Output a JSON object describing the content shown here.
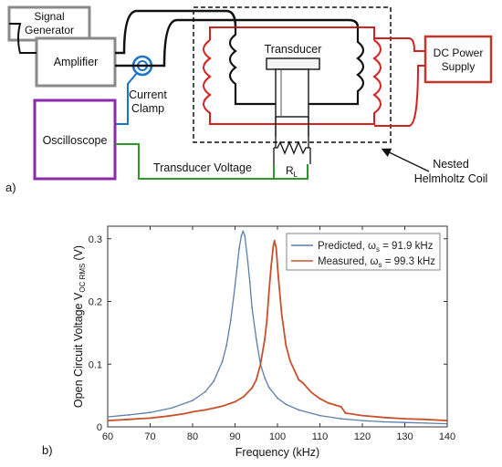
{
  "diagram": {
    "panel_label": "a)",
    "signal_generator_line1": "Signal",
    "signal_generator_line2": "Generator",
    "amplifier": "Amplifier",
    "current_clamp_line1": "Current",
    "current_clamp_line2": "Clamp",
    "transducer": "Transducer",
    "dc_power_line1": "DC Power",
    "dc_power_line2": "Supply",
    "oscilloscope": "Oscilloscope",
    "transducer_voltage": "Transducer Voltage",
    "load_resistor": "R",
    "load_resistor_sub": "L",
    "helmholtz_line1": "Nested",
    "helmholtz_line2": "Helmholtz Coil",
    "colors": {
      "signal_wire": "#111111",
      "coil": "#d42020",
      "clamp": "#1a73c8",
      "oscilloscope_box": "#8a2ba8",
      "scope_wire": "#2a9a2a",
      "dc_box": "#c0392b",
      "box_grey": "#8a8a8a"
    }
  },
  "chart": {
    "panel_label": "b)",
    "chart_data": {
      "type": "line",
      "xlabel": "Frequency (kHz)",
      "ylabel": "Open Circuit Voltage V",
      "ylabel_sub": "OC RMS",
      "ylabel_unit": "(V)",
      "xlim": [
        60,
        140
      ],
      "ylim": [
        0,
        0.32
      ],
      "xticks": [
        60,
        70,
        80,
        90,
        100,
        110,
        120,
        130,
        140
      ],
      "yticks": [
        0,
        0.1,
        0.2,
        0.3
      ],
      "ytick_labels": [
        "0",
        "0.1",
        "0.2",
        "0.3"
      ],
      "grid": false,
      "legend_position": "top-right",
      "series": [
        {
          "name": "Predicted, ω",
          "name_sub": "s",
          "name_tail": " = 91.9 kHz",
          "color": "#5b7fa8",
          "x": [
            60,
            65,
            70,
            75,
            80,
            83,
            85,
            87,
            88,
            89,
            90,
            90.5,
            91,
            91.5,
            91.9,
            92.3,
            93,
            93.5,
            94,
            95,
            96,
            97,
            98,
            100,
            102,
            105,
            110,
            115,
            120,
            125,
            130,
            135,
            140
          ],
          "y": [
            0.016,
            0.019,
            0.023,
            0.03,
            0.042,
            0.056,
            0.073,
            0.104,
            0.13,
            0.17,
            0.225,
            0.255,
            0.285,
            0.305,
            0.312,
            0.305,
            0.265,
            0.23,
            0.19,
            0.14,
            0.1,
            0.078,
            0.063,
            0.046,
            0.036,
            0.027,
            0.018,
            0.013,
            0.01,
            0.008,
            0.007,
            0.006,
            0.005
          ]
        },
        {
          "name": "Measured, ω",
          "name_sub": "s",
          "name_tail": " = 99.3 kHz",
          "color": "#c9502a",
          "x": [
            60,
            65,
            67.2,
            70,
            74,
            78,
            80,
            83,
            85,
            87,
            90,
            92,
            94,
            95,
            96,
            97,
            97.5,
            98,
            98.5,
            99,
            99.3,
            99.7,
            100.2,
            101,
            102,
            103,
            104,
            105,
            106,
            108,
            110,
            112,
            115,
            116,
            120,
            125,
            130,
            134.7,
            140
          ],
          "y": [
            0.01,
            0.012,
            0.013,
            0.014,
            0.017,
            0.021,
            0.024,
            0.027,
            0.03,
            0.033,
            0.04,
            0.048,
            0.062,
            0.075,
            0.1,
            0.14,
            0.17,
            0.215,
            0.255,
            0.288,
            0.297,
            0.285,
            0.24,
            0.18,
            0.13,
            0.105,
            0.09,
            0.075,
            0.07,
            0.055,
            0.045,
            0.038,
            0.032,
            0.022,
            0.018,
            0.015,
            0.013,
            0.012,
            0.01
          ]
        }
      ]
    }
  }
}
